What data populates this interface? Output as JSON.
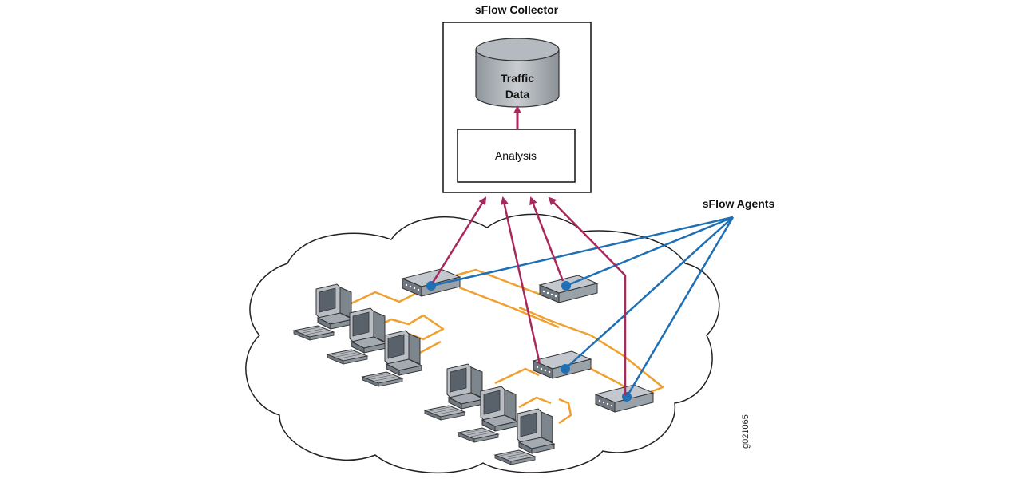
{
  "collector": {
    "title": "sFlow Collector",
    "database_line1": "Traffic",
    "database_line2": "Data",
    "analysis_label": "Analysis"
  },
  "agents": {
    "label": "sFlow Agents"
  },
  "figure_id": "g021065",
  "colors": {
    "flow_arrow": "#a8285c",
    "agent_line": "#1f6fb5",
    "network_link": "#f0a030",
    "device_fill": "#8a949e"
  }
}
